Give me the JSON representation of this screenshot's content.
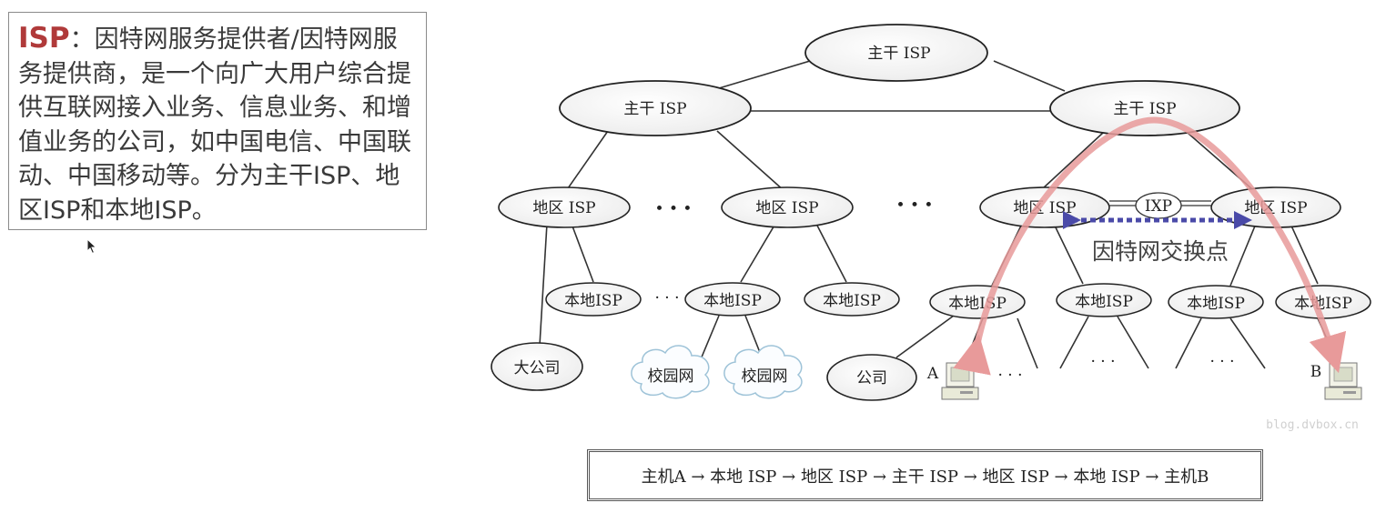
{
  "definition": {
    "term": "ISP",
    "colon": "：",
    "text": "因特网服务提供者/因特网服务提供商，是一个向广大用户综合提供互联网接入业务、信息业务、和增值业务的公司，如中国电信、中国联动、中国移动等。分为主干ISP、地区ISP和本地ISP。"
  },
  "nodes": {
    "backbone_top": "主干 ISP",
    "backbone_left": "主干 ISP",
    "backbone_right": "主干 ISP",
    "regional_1": "地区 ISP",
    "regional_2": "地区 ISP",
    "regional_3": "地区 ISP",
    "regional_4": "地区 ISP",
    "ixp": "IXP",
    "ixp_caption": "因特网交换点",
    "local_1": "本地ISP",
    "local_2": "本地ISP",
    "local_3": "本地ISP",
    "local_4": "本地ISP",
    "local_5": "本地ISP",
    "local_6": "本地ISP",
    "local_7": "本地ISP",
    "big_company": "大公司",
    "campus_1": "校园网",
    "campus_2": "校园网",
    "company": "公司",
    "host_a": "A",
    "host_b": "B",
    "ellipsis": "• • •",
    "ellipsis_small": "· · ·"
  },
  "watermark": "blog.dvbox.cn",
  "route": "主机A → 本地 ISP → 地区 ISP → 主干 ISP → 地区 ISP → 本地 ISP → 主机B",
  "colors": {
    "term": "#b03a3a",
    "path_arrow": "#e89a9a",
    "ixp_arrow": "#4a4aa8"
  }
}
